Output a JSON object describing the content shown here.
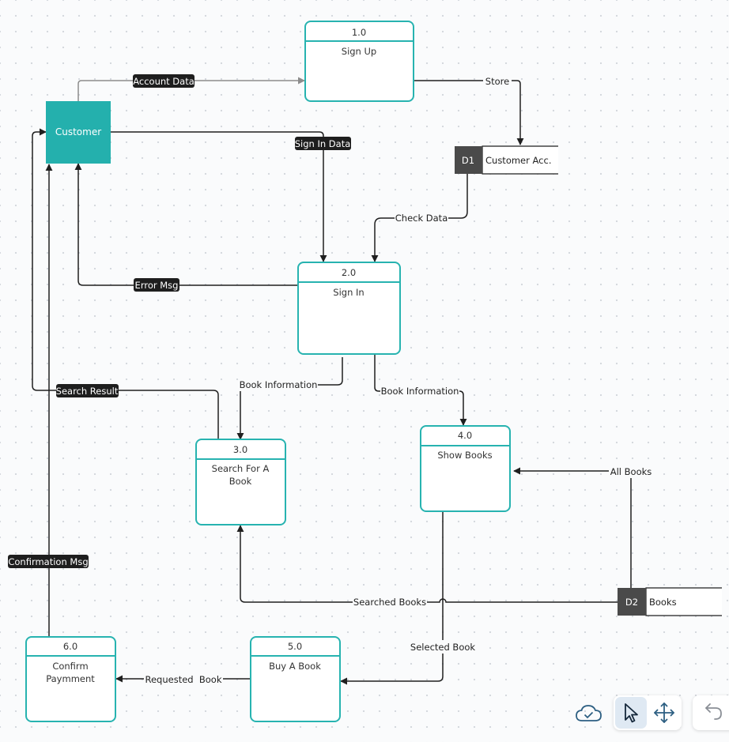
{
  "entity": {
    "name": "Customer"
  },
  "processes": {
    "p1": {
      "num": "1.0",
      "name_lines": [
        "Sign Up"
      ]
    },
    "p2": {
      "num": "2.0",
      "name_lines": [
        "Sign In"
      ]
    },
    "p3": {
      "num": "3.0",
      "name_lines": [
        "Search For A",
        "Book"
      ]
    },
    "p4": {
      "num": "4.0",
      "name_lines": [
        "Show Books"
      ]
    },
    "p5": {
      "num": "5.0",
      "name_lines": [
        "Buy A Book"
      ]
    },
    "p6": {
      "num": "6.0",
      "name_lines": [
        "Confirm",
        "Paymment"
      ]
    }
  },
  "stores": {
    "d1": {
      "id": "D1",
      "name": "Customer Acc."
    },
    "d2": {
      "id": "D2",
      "name": "Books"
    }
  },
  "flows": {
    "account_data": "Account Data",
    "store": "Store",
    "sign_in_data": "Sign In Data",
    "check_data": "Check Data",
    "error_msg": "Error Msg",
    "book_information_left": "Book Information",
    "book_information_right": "Book Information",
    "search_result": "Search Result",
    "all_books": "All Books",
    "searched_books": "Searched Books",
    "selected_book": "Selected Book",
    "requested_book": "Requested  Book",
    "confirmation_msg": "Confirmation Msg"
  },
  "colors": {
    "teal": "#27b3b0",
    "entity_fill": "#24b0ad",
    "dark_label": "#1e1e1e",
    "store_id_fill": "#4a4a4a",
    "line": "#1f1f1f",
    "gray_line": "#8c8c8c"
  },
  "toolbar": {
    "cloud_icon": "cloud-check-icon",
    "select_icon": "pointer-icon",
    "pan_icon": "move-arrows-icon",
    "undo_icon": "undo-icon"
  }
}
